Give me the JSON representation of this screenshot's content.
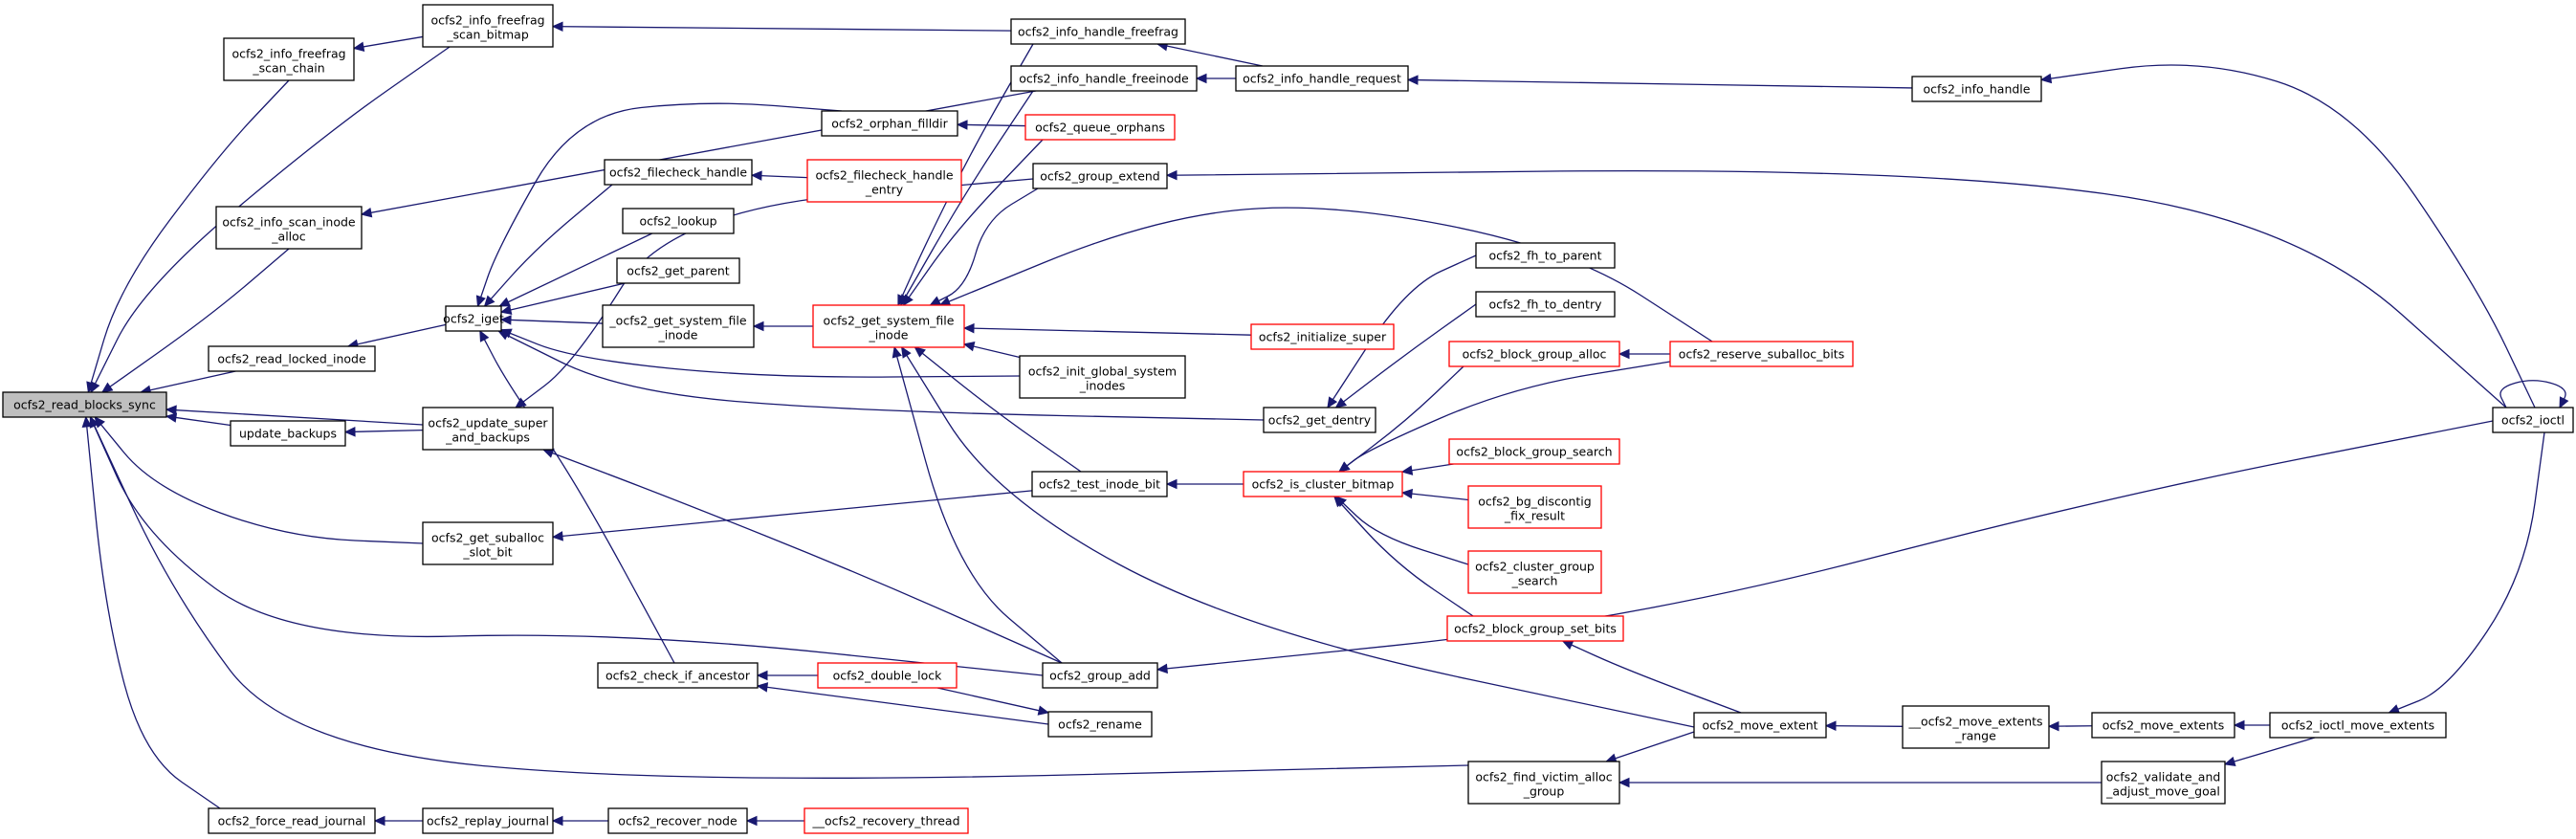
{
  "graph": {
    "nodes": [
      {
        "id": "root",
        "lines": [
          "ocfs2_read_blocks_sync"
        ],
        "root": true
      },
      {
        "id": "scan_chain",
        "lines": [
          "ocfs2_info_freefrag",
          "_scan_chain"
        ]
      },
      {
        "id": "scan_bitmap",
        "lines": [
          "ocfs2_info_freefrag",
          "_scan_bitmap"
        ]
      },
      {
        "id": "scan_inode_alloc",
        "lines": [
          "ocfs2_info_scan_inode",
          "_alloc"
        ]
      },
      {
        "id": "read_locked_inode",
        "lines": [
          "ocfs2_read_locked_inode"
        ]
      },
      {
        "id": "update_backups",
        "lines": [
          "update_backups"
        ]
      },
      {
        "id": "force_read_journal",
        "lines": [
          "ocfs2_force_read_journal"
        ]
      },
      {
        "id": "iget",
        "lines": [
          "ocfs2_iget"
        ]
      },
      {
        "id": "orphan_filldir",
        "lines": [
          "ocfs2_orphan_filldir"
        ]
      },
      {
        "id": "filecheck_handle",
        "lines": [
          "ocfs2_filecheck_handle"
        ]
      },
      {
        "id": "lookup",
        "lines": [
          "ocfs2_lookup"
        ]
      },
      {
        "id": "get_parent",
        "lines": [
          "ocfs2_get_parent"
        ]
      },
      {
        "id": "get_system_file_inode_u",
        "lines": [
          "_ocfs2_get_system_file",
          "_inode"
        ]
      },
      {
        "id": "update_super",
        "lines": [
          "ocfs2_update_super",
          "_and_backups"
        ]
      },
      {
        "id": "get_suballoc",
        "lines": [
          "ocfs2_get_suballoc",
          "_slot_bit"
        ]
      },
      {
        "id": "check_ancestor",
        "lines": [
          "ocfs2_check_if_ancestor"
        ]
      },
      {
        "id": "replay_journal",
        "lines": [
          "ocfs2_replay_journal"
        ]
      },
      {
        "id": "handle_freefrag",
        "lines": [
          "ocfs2_info_handle_freefrag"
        ]
      },
      {
        "id": "handle_freeinode",
        "lines": [
          "ocfs2_info_handle_freeinode"
        ]
      },
      {
        "id": "queue_orphans",
        "lines": [
          "ocfs2_queue_orphans"
        ],
        "red": true
      },
      {
        "id": "filecheck_entry",
        "lines": [
          "ocfs2_filecheck_handle",
          "_entry"
        ],
        "red": true
      },
      {
        "id": "group_extend",
        "lines": [
          "ocfs2_group_extend"
        ]
      },
      {
        "id": "get_system_file_inode",
        "lines": [
          "ocfs2_get_system_file",
          "_inode"
        ],
        "red": true
      },
      {
        "id": "init_global",
        "lines": [
          "ocfs2_init_global_system",
          "_inodes"
        ]
      },
      {
        "id": "get_dentry",
        "lines": [
          "ocfs2_get_dentry"
        ]
      },
      {
        "id": "test_inode_bit",
        "lines": [
          "ocfs2_test_inode_bit"
        ]
      },
      {
        "id": "group_add",
        "lines": [
          "ocfs2_group_add"
        ]
      },
      {
        "id": "double_lock",
        "lines": [
          "ocfs2_double_lock"
        ],
        "red": true
      },
      {
        "id": "rename",
        "lines": [
          "ocfs2_rename"
        ]
      },
      {
        "id": "recover_node",
        "lines": [
          "ocfs2_recover_node"
        ]
      },
      {
        "id": "recovery_thread",
        "lines": [
          "__ocfs2_recovery_thread"
        ],
        "red": true
      },
      {
        "id": "handle_request",
        "lines": [
          "ocfs2_info_handle_request"
        ]
      },
      {
        "id": "initialize_super",
        "lines": [
          "ocfs2_initialize_super"
        ],
        "red": true
      },
      {
        "id": "fh_to_parent",
        "lines": [
          "ocfs2_fh_to_parent"
        ]
      },
      {
        "id": "fh_to_dentry",
        "lines": [
          "ocfs2_fh_to_dentry"
        ]
      },
      {
        "id": "block_group_alloc",
        "lines": [
          "ocfs2_block_group_alloc"
        ],
        "red": true
      },
      {
        "id": "is_cluster_bitmap",
        "lines": [
          "ocfs2_is_cluster_bitmap"
        ],
        "red": true
      },
      {
        "id": "block_group_search",
        "lines": [
          "ocfs2_block_group_search"
        ],
        "red": true
      },
      {
        "id": "bg_discontig",
        "lines": [
          "ocfs2_bg_discontig",
          "_fix_result"
        ],
        "red": true
      },
      {
        "id": "cluster_group_search",
        "lines": [
          "ocfs2_cluster_group",
          "_search"
        ],
        "red": true
      },
      {
        "id": "block_group_set_bits",
        "lines": [
          "ocfs2_block_group_set_bits"
        ],
        "red": true
      },
      {
        "id": "find_victim",
        "lines": [
          "ocfs2_find_victim_alloc",
          "_group"
        ]
      },
      {
        "id": "move_extent",
        "lines": [
          "ocfs2_move_extent"
        ]
      },
      {
        "id": "reserve_suballoc",
        "lines": [
          "ocfs2_reserve_suballoc_bits"
        ],
        "red": true
      },
      {
        "id": "move_extents_range",
        "lines": [
          "__ocfs2_move_extents",
          "_range"
        ]
      },
      {
        "id": "info_handle",
        "lines": [
          "ocfs2_info_handle"
        ]
      },
      {
        "id": "move_extents",
        "lines": [
          "ocfs2_move_extents"
        ]
      },
      {
        "id": "validate_adjust",
        "lines": [
          "ocfs2_validate_and",
          "_adjust_move_goal"
        ]
      },
      {
        "id": "ioctl_move_extents",
        "lines": [
          "ocfs2_ioctl_move_extents"
        ]
      },
      {
        "id": "ioctl",
        "lines": [
          "ocfs2_ioctl"
        ]
      }
    ],
    "edges": [
      [
        "scan_chain",
        "root"
      ],
      [
        "scan_bitmap",
        "root"
      ],
      [
        "scan_inode_alloc",
        "root"
      ],
      [
        "read_locked_inode",
        "root"
      ],
      [
        "update_backups",
        "root"
      ],
      [
        "update_super",
        "root"
      ],
      [
        "get_suballoc",
        "root"
      ],
      [
        "group_add",
        "root"
      ],
      [
        "force_read_journal",
        "root"
      ],
      [
        "find_victim",
        "root"
      ],
      [
        "scan_bitmap",
        "scan_chain"
      ],
      [
        "handle_freefrag",
        "scan_bitmap"
      ],
      [
        "handle_freeinode",
        "scan_inode_alloc"
      ],
      [
        "iget",
        "read_locked_inode"
      ],
      [
        "update_super",
        "update_backups"
      ],
      [
        "replay_journal",
        "force_read_journal"
      ],
      [
        "orphan_filldir",
        "iget"
      ],
      [
        "filecheck_handle",
        "iget"
      ],
      [
        "lookup",
        "iget"
      ],
      [
        "get_parent",
        "iget"
      ],
      [
        "get_system_file_inode_u",
        "iget"
      ],
      [
        "init_global",
        "iget"
      ],
      [
        "get_dentry",
        "iget"
      ],
      [
        "check_ancestor",
        "iget"
      ],
      [
        "queue_orphans",
        "orphan_filldir"
      ],
      [
        "filecheck_entry",
        "filecheck_handle"
      ],
      [
        "get_system_file_inode",
        "get_system_file_inode_u"
      ],
      [
        "group_extend",
        "update_super"
      ],
      [
        "group_add",
        "update_super"
      ],
      [
        "test_inode_bit",
        "get_suballoc"
      ],
      [
        "double_lock",
        "check_ancestor"
      ],
      [
        "rename",
        "check_ancestor"
      ],
      [
        "recover_node",
        "replay_journal"
      ],
      [
        "handle_request",
        "handle_freefrag"
      ],
      [
        "handle_request",
        "handle_freeinode"
      ],
      [
        "handle_freefrag",
        "get_system_file_inode"
      ],
      [
        "handle_freeinode",
        "get_system_file_inode"
      ],
      [
        "queue_orphans",
        "get_system_file_inode"
      ],
      [
        "group_extend",
        "get_system_file_inode"
      ],
      [
        "initialize_super",
        "get_system_file_inode"
      ],
      [
        "init_global",
        "get_system_file_inode"
      ],
      [
        "test_inode_bit",
        "get_system_file_inode"
      ],
      [
        "group_add",
        "get_system_file_inode"
      ],
      [
        "move_extent",
        "get_system_file_inode"
      ],
      [
        "reserve_suballoc",
        "get_system_file_inode"
      ],
      [
        "ioctl",
        "group_extend"
      ],
      [
        "fh_to_parent",
        "get_dentry"
      ],
      [
        "fh_to_dentry",
        "get_dentry"
      ],
      [
        "is_cluster_bitmap",
        "test_inode_bit"
      ],
      [
        "ioctl",
        "group_add"
      ],
      [
        "double_lock",
        "rename"
      ],
      [
        "recovery_thread",
        "recover_node"
      ],
      [
        "info_handle",
        "handle_request"
      ],
      [
        "block_group_alloc",
        "is_cluster_bitmap"
      ],
      [
        "reserve_suballoc",
        "is_cluster_bitmap"
      ],
      [
        "block_group_search",
        "is_cluster_bitmap"
      ],
      [
        "bg_discontig",
        "is_cluster_bitmap"
      ],
      [
        "cluster_group_search",
        "is_cluster_bitmap"
      ],
      [
        "block_group_set_bits",
        "is_cluster_bitmap"
      ],
      [
        "reserve_suballoc",
        "block_group_alloc"
      ],
      [
        "move_extent",
        "block_group_set_bits"
      ],
      [
        "move_extent",
        "find_victim"
      ],
      [
        "validate_adjust",
        "find_victim"
      ],
      [
        "move_extents_range",
        "move_extent"
      ],
      [
        "move_extents",
        "move_extents_range"
      ],
      [
        "ioctl",
        "info_handle"
      ],
      [
        "ioctl_move_extents",
        "move_extents"
      ],
      [
        "ioctl_move_extents",
        "validate_adjust"
      ],
      [
        "ioctl",
        "ioctl_move_extents"
      ],
      [
        "ioctl",
        "ioctl"
      ]
    ]
  }
}
